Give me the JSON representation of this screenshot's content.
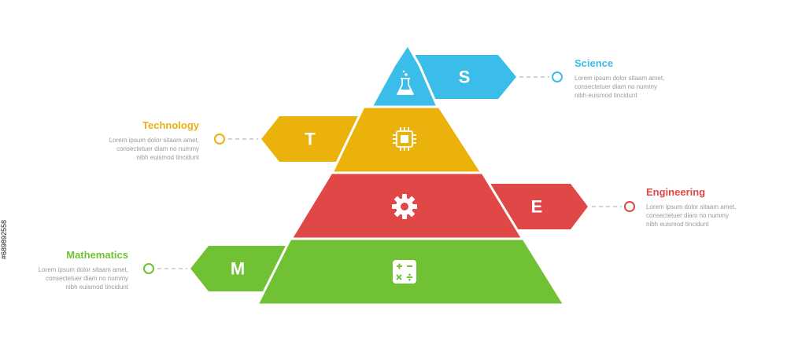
{
  "layers": [
    {
      "key": "science",
      "letter": "S",
      "title": "Science",
      "color": "#3bbde9",
      "icon": "flask-icon",
      "desc": [
        "Lorem ipsum dolor sitaam amet,",
        "consectetuer diam no nummy",
        "nibh euismod tincidunt"
      ]
    },
    {
      "key": "technology",
      "letter": "T",
      "title": "Technology",
      "color": "#ebb20c",
      "icon": "cpu-chip-icon",
      "desc": [
        "Lorem ipsum dolor sitaam amet,",
        "consectetuer diam no nummy",
        "nibh euismod tincidunt"
      ]
    },
    {
      "key": "engineering",
      "letter": "E",
      "title": "Engineering",
      "color": "#e04848",
      "icon": "gear-icon",
      "desc": [
        "Lorem ipsum dolor sitaam amet,",
        "consectetuer diam no nummy",
        "nibh euismod tincidunt"
      ]
    },
    {
      "key": "mathematics",
      "letter": "M",
      "title": "Mathematics",
      "color": "#70c234",
      "icon": "calculator-icon",
      "desc": [
        "Lorem ipsum dolor sitaam amet,",
        "consectetuer diam no nummy",
        "nibh euismod tincidunt"
      ]
    }
  ],
  "watermark": "#689892558"
}
